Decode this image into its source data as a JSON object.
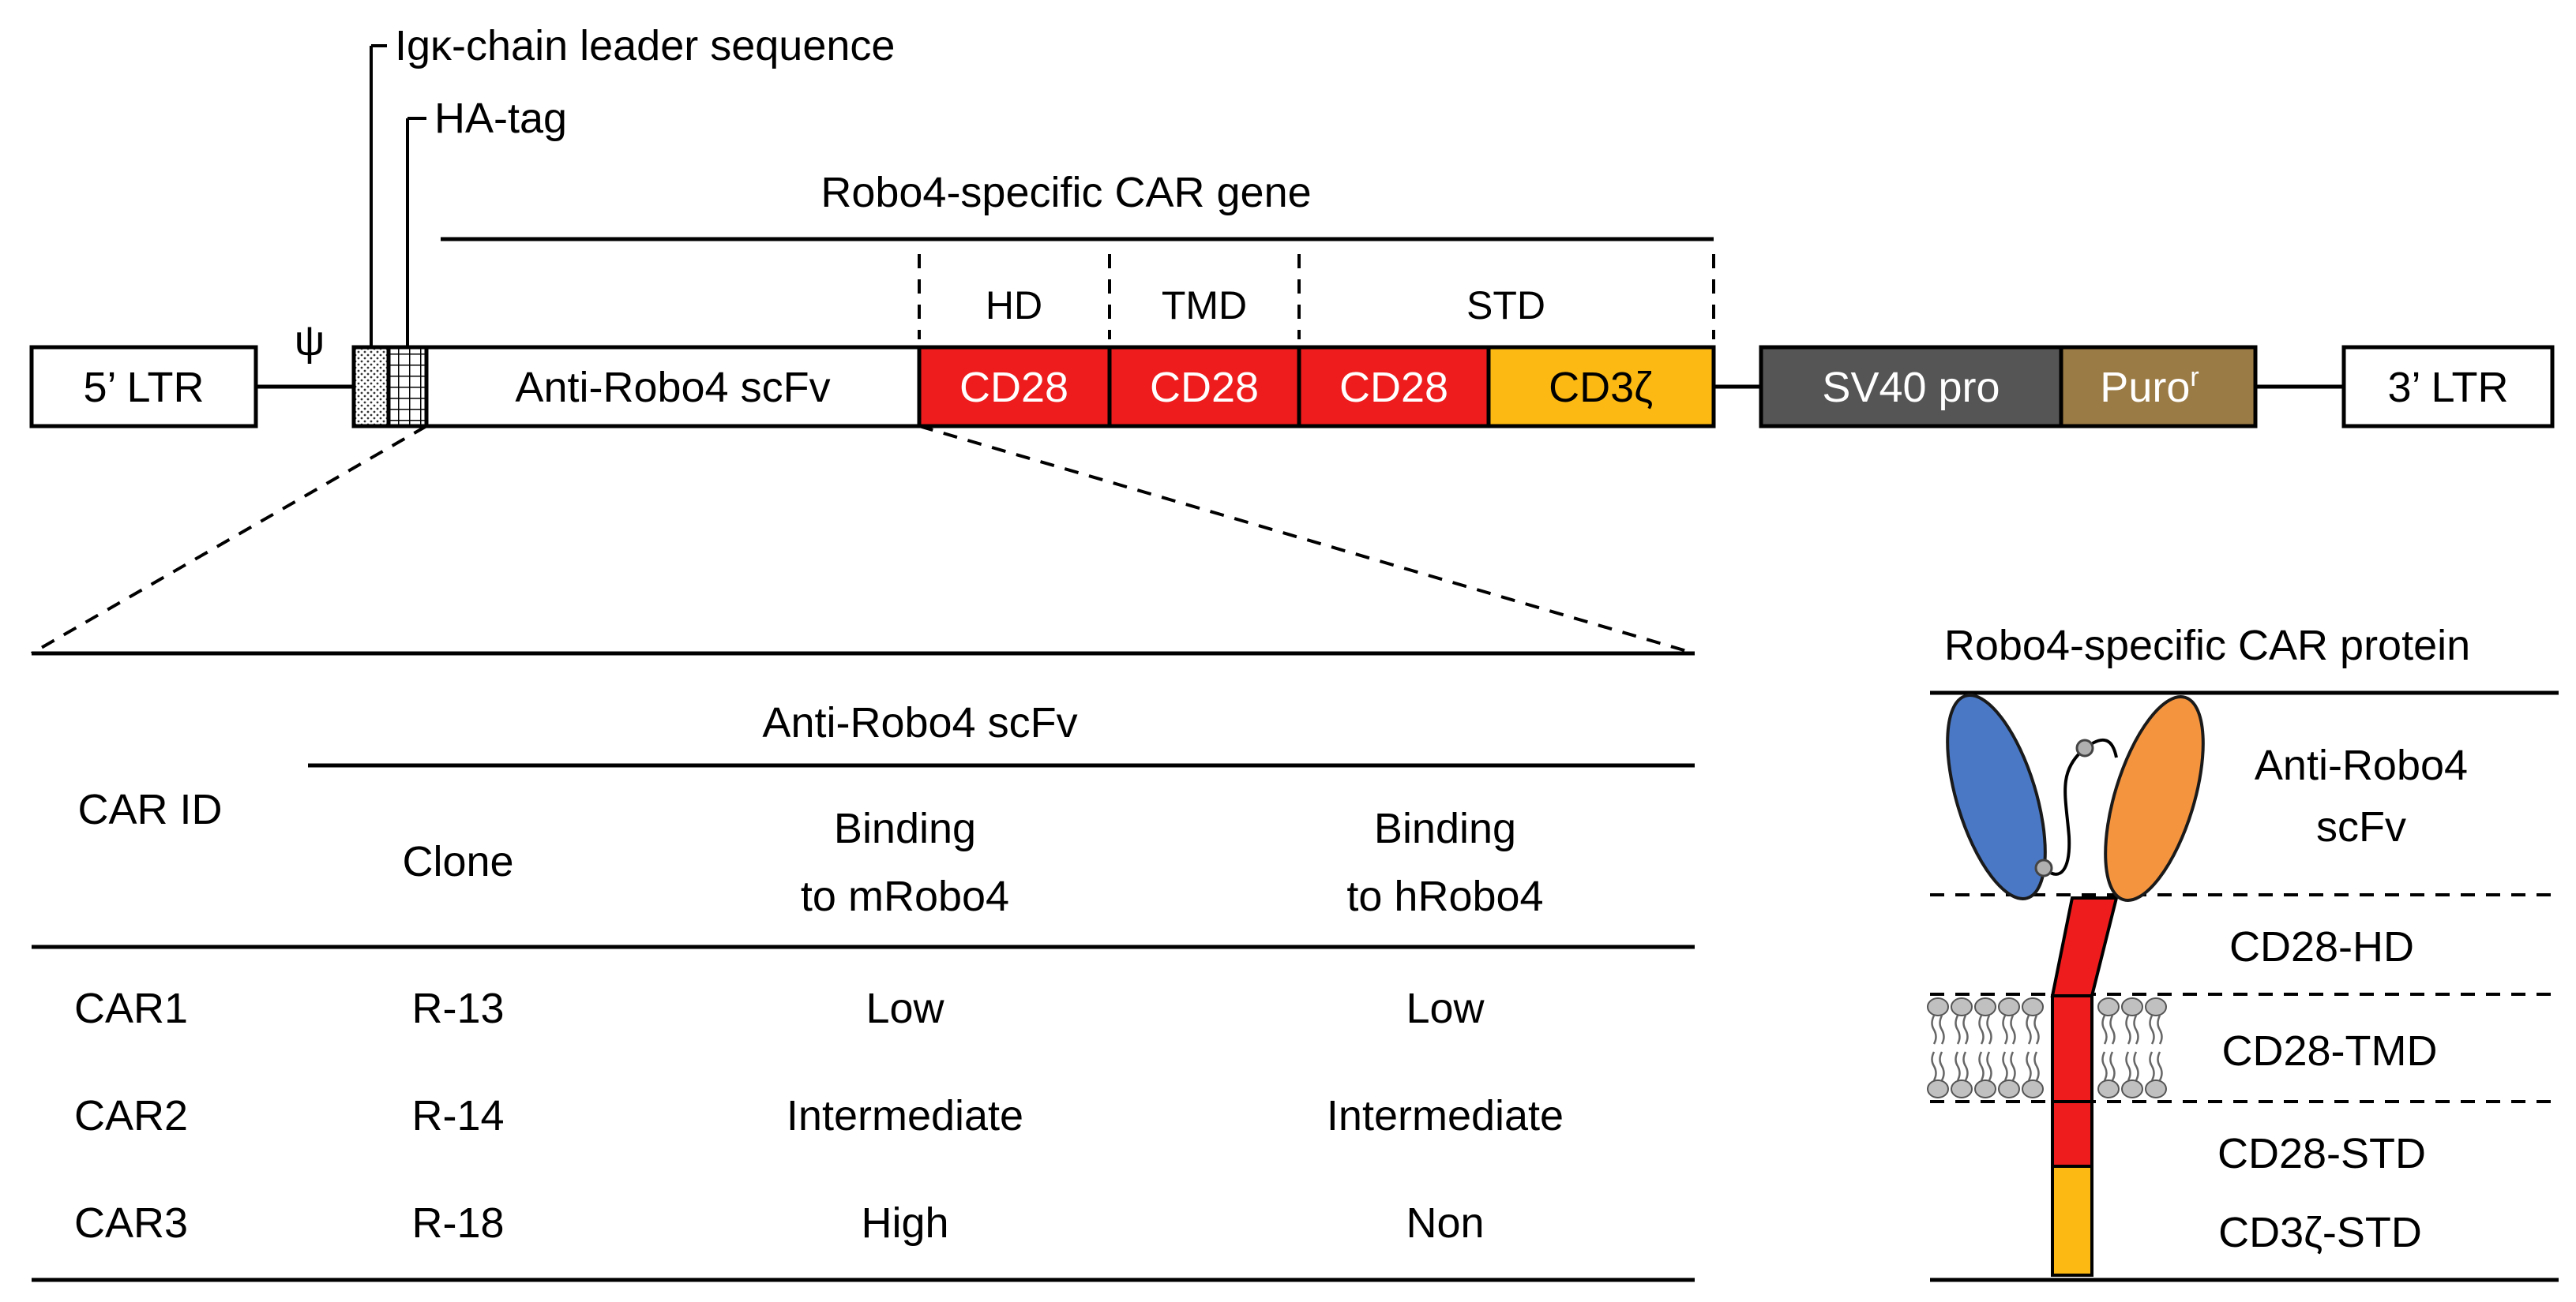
{
  "colors": {
    "cd28": "#ee1c1c",
    "cd3z": "#fcb813",
    "sv40": "#555555",
    "puro": "#9b7b45",
    "vh": "#4a78c4",
    "vl": "#f4943f",
    "lipid": "#c0c0c0"
  },
  "construct": {
    "leader_label": "Igκ-chain leader sequence",
    "hatag_label": "HA-tag",
    "car_gene_label": "Robo4-specific CAR gene",
    "psi_label": "ψ",
    "ltr5": "5’ LTR",
    "ltr3": "3’ LTR",
    "scfv": "Anti-Robo4 scFv",
    "domain_labels": {
      "hd": "HD",
      "tmd": "TMD",
      "std": "STD"
    },
    "segments": {
      "cd28_hd": "CD28",
      "cd28_tmd": "CD28",
      "cd28_std": "CD28",
      "cd3z": "CD3ζ"
    },
    "sv40": "SV40 pro",
    "puro": "Puro",
    "puro_sup": "r"
  },
  "table": {
    "col_header_car_id": "CAR ID",
    "group_header": "Anti-Robo4 scFv",
    "col_clone": "Clone",
    "col_m_line1": "Binding",
    "col_m_line2": "to mRobo4",
    "col_h_line1": "Binding",
    "col_h_line2": "to hRobo4",
    "rows": [
      {
        "id": "CAR1",
        "clone": "R-13",
        "m": "Low",
        "h": "Low"
      },
      {
        "id": "CAR2",
        "clone": "R-14",
        "m": "Intermediate",
        "h": "Intermediate"
      },
      {
        "id": "CAR3",
        "clone": "R-18",
        "m": "High",
        "h": "Non"
      }
    ]
  },
  "protein": {
    "title": "Robo4-specific CAR protein",
    "scfv_line1": "Anti-Robo4",
    "scfv_line2": "scFv",
    "hd": "CD28-HD",
    "tmd": "CD28-TMD",
    "std": "CD28-STD",
    "cd3z": "CD3ζ-STD"
  }
}
